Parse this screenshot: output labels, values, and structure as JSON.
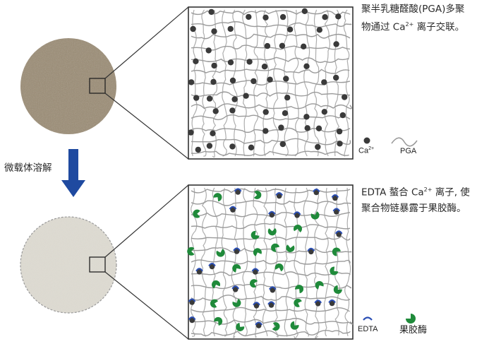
{
  "top_caption": {
    "line1": "聚半乳糖醛酸(PGA)多聚",
    "line2_prefix": "物通过 Ca",
    "line2_sup": "2+",
    "line2_suffix": " 离子交联。"
  },
  "bottom_caption": {
    "line1_prefix": "EDTA 螯合 Ca",
    "line1_sup": "2+",
    "line1_suffix": " 离子, 使",
    "line2": "聚合物链暴露于果胶酶。"
  },
  "arrow_label": "微载体溶解",
  "legend_top": {
    "ca_label": "Ca",
    "ca_sup": "2+",
    "pga_label": "PGA"
  },
  "legend_bottom": {
    "edta_label": "EDTA",
    "pectinase_label": "果胶酶"
  },
  "colors": {
    "bead_intact": "#9a8b73",
    "bead_dissolved": "#dedbd2",
    "arrow": "#1f4aa0",
    "chain": "#9a9a9a",
    "calcium": "#3a3a3a",
    "edta": "#2b4fb5",
    "pectinase": "#1f8a3a",
    "box_border": "#333333"
  },
  "icons": [
    "calcium-ion-icon",
    "pga-chain-icon",
    "edta-icon",
    "pectinase-icon",
    "down-arrow-icon"
  ]
}
